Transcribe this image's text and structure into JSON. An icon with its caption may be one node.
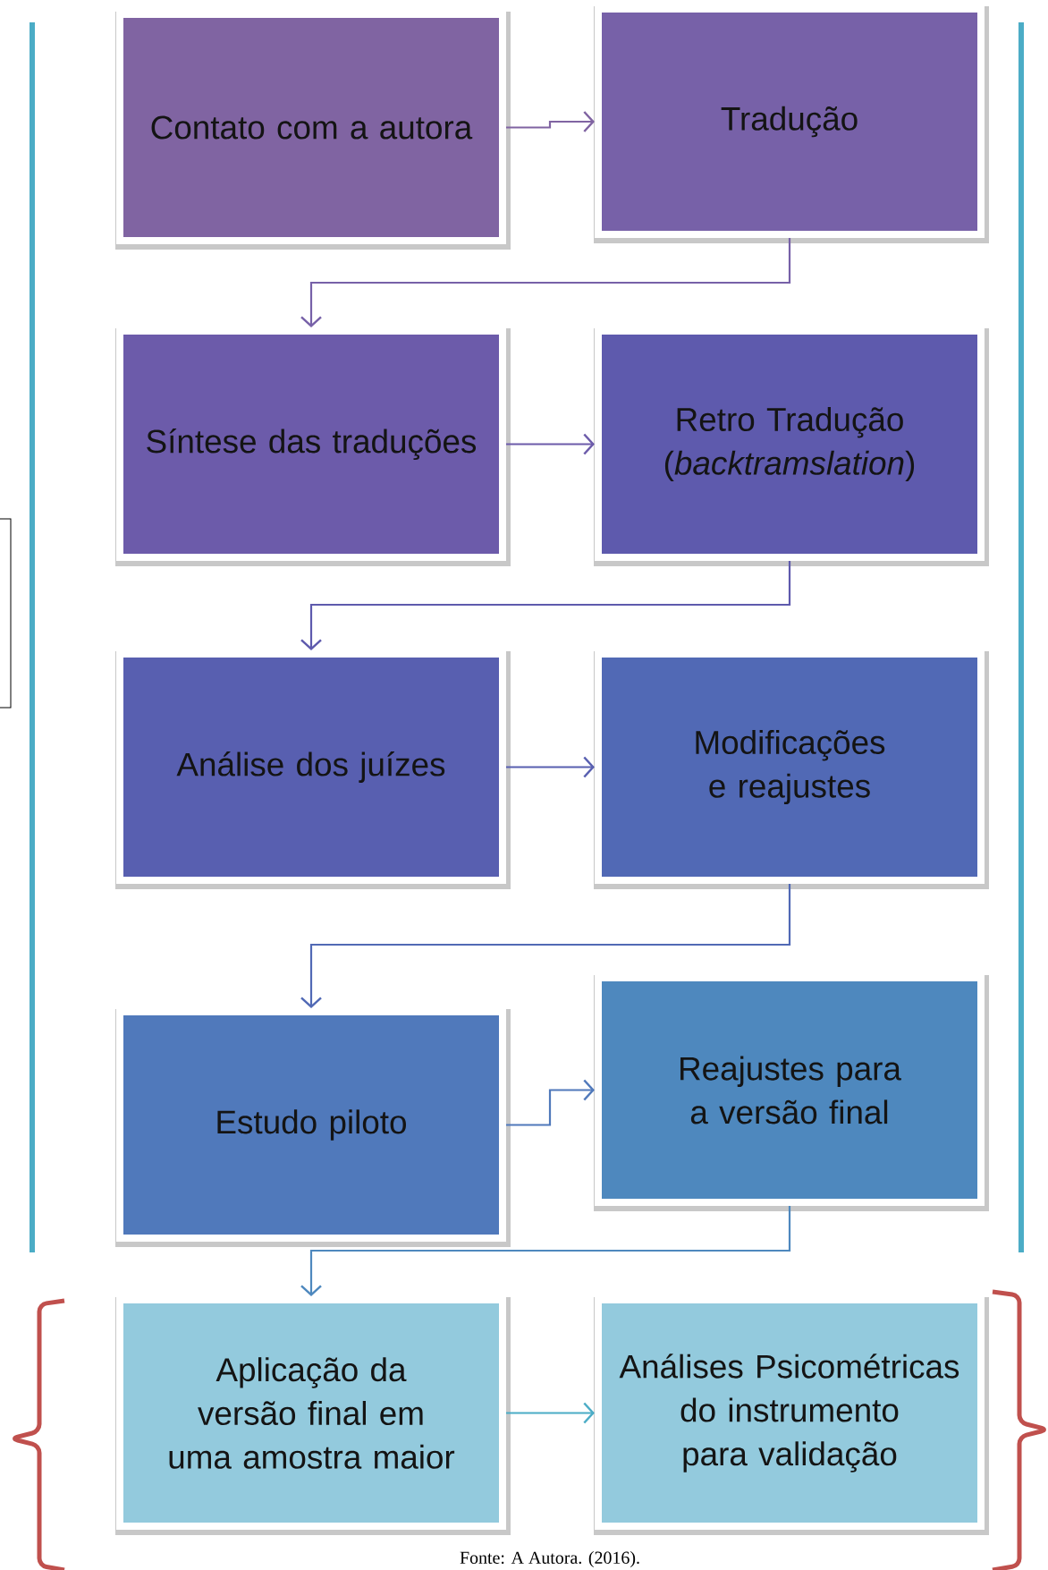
{
  "diagram": {
    "caption": "Fonte: A Autora. (2016).",
    "nodes": [
      {
        "text": [
          "Contato com a autora"
        ]
      },
      {
        "text": [
          "Tradução"
        ]
      },
      {
        "text": [
          "Síntese das traduções"
        ]
      },
      {
        "text": [
          "Retro Tradução (*backtramslation*)"
        ]
      },
      {
        "text": [
          "Análise dos juízes"
        ]
      },
      {
        "text": [
          "Modificações e reajustes"
        ]
      },
      {
        "text": [
          "Estudo piloto"
        ]
      },
      {
        "text": [
          "Reajustes para a versão final"
        ]
      },
      {
        "text": [
          "Aplicação da versão final em uma amostra maior"
        ]
      },
      {
        "text": [
          "Análises Psicométricas do instrumento para validação"
        ]
      }
    ],
    "edges": [
      {
        "from": 0,
        "to": 1,
        "arrow": "to",
        "color": "#8064a2"
      },
      {
        "from": 1,
        "to": 2,
        "arrow": "to",
        "color": "#7761a8"
      },
      {
        "from": 2,
        "to": 3,
        "arrow": "to",
        "color": "#6c5baa"
      },
      {
        "from": 3,
        "to": 4,
        "arrow": "to",
        "color": "#5e5aad"
      },
      {
        "from": 4,
        "to": 5,
        "arrow": "to",
        "color": "#585fb0"
      },
      {
        "from": 5,
        "to": 6,
        "arrow": "to",
        "color": "#5169b5"
      },
      {
        "from": 6,
        "to": 7,
        "arrow": "to",
        "color": "#5079bb"
      },
      {
        "from": 7,
        "to": 8,
        "arrow": "to",
        "color": "#4e88be"
      },
      {
        "from": 8,
        "to": 9,
        "arrow": "to",
        "color": "#4bacc6"
      }
    ]
  }
}
